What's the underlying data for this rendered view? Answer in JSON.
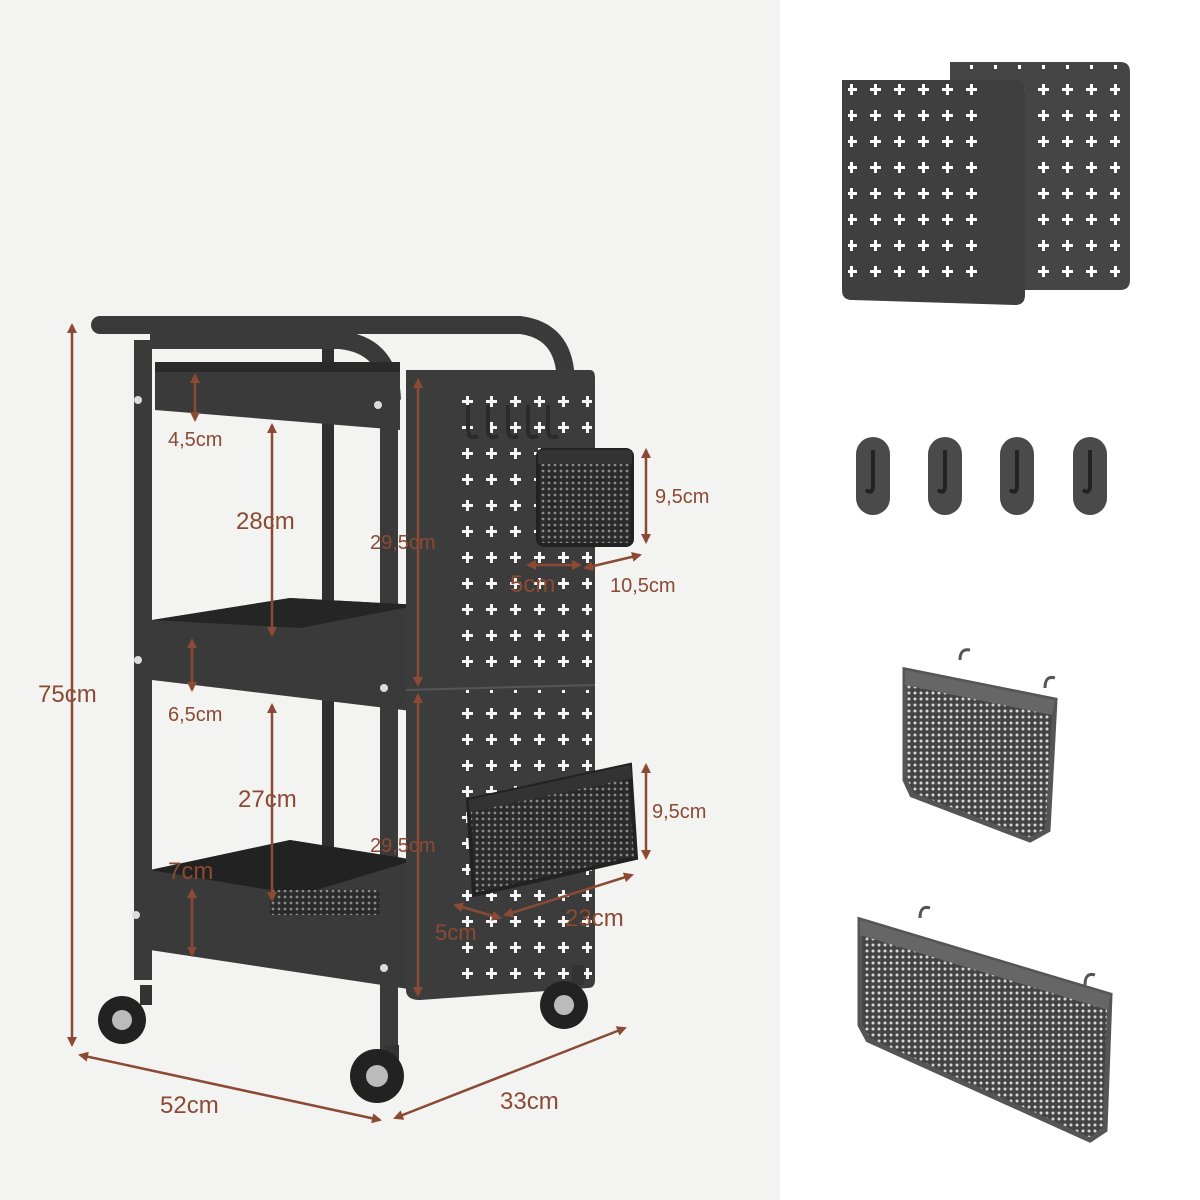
{
  "dimensions": {
    "total_height": "75cm",
    "top_rim": "4,5cm",
    "top_gap": "28cm",
    "middle_rim": "6,5cm",
    "middle_gap": "27cm",
    "bottom_rim": "7cm",
    "panel_upper_height": "29,5cm",
    "panel_lower_height": "29,5cm",
    "small_basket_height": "9,5cm",
    "small_basket_depth": "5cm",
    "small_basket_width": "10,5cm",
    "large_basket_height": "9,5cm",
    "large_basket_depth": "5cm",
    "large_basket_width": "23cm",
    "length": "52cm",
    "width": "33cm"
  },
  "colors": {
    "dimension_color": "#8b4a33",
    "cart_color": "#3a3a3a",
    "background_left": "#f3f3f2"
  },
  "accessories": [
    "pegboard-panels",
    "adhesive-hooks",
    "small-mesh-basket",
    "large-mesh-basket"
  ]
}
